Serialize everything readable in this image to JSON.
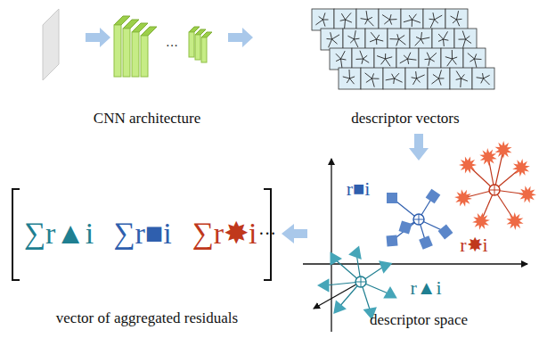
{
  "diagram": {
    "labels": [
      "CNN architecture",
      "descriptor vectors",
      "vector of aggregated residuals",
      "descriptor space",
      "r■i",
      "r✸i",
      "r▲i",
      "∑r▲i",
      "∑r■i",
      "∑r✸i",
      "···"
    ]
  }
}
